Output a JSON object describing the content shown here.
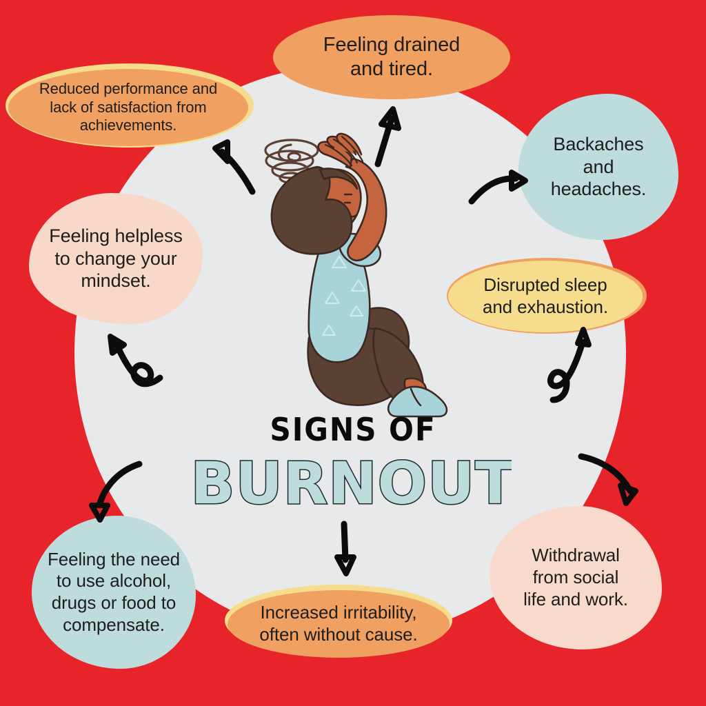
{
  "poster": {
    "background_color": "#e62429",
    "disc_color": "#e8e9eb",
    "title_line1": "SIGNS OF",
    "title_line2": "BURNOUT",
    "title_line2_fill": "#bfdcdd",
    "title_line2_outline": "#1d2a2b"
  },
  "illustration": {
    "name": "seated-person-head-in-hands",
    "swirl": "tornado-scribble",
    "hair_color": "#5b4034",
    "skin_color": "#c4653f",
    "shirt_color": "#a8d4d9",
    "pants_color": "#5b4034",
    "shoe_color": "#a8d4d9"
  },
  "signs": [
    {
      "id": "drained",
      "text": "Feeling drained and tired.",
      "lines": [
        "Feeling drained",
        "and tired."
      ],
      "color": "#f0a061",
      "position": "top-center"
    },
    {
      "id": "reduced-performance",
      "text": "Reduced performance and lack of satisfaction from achievements.",
      "lines": [
        "Reduced performance and",
        "lack of satisfaction from",
        "achievements."
      ],
      "color": "#f0a061",
      "backdrop_color": "#f6dd8d",
      "position": "top-left"
    },
    {
      "id": "backaches",
      "text": "Backaches and headaches.",
      "lines": [
        "Backaches",
        "and",
        "headaches."
      ],
      "color": "#bfdcdd",
      "position": "top-right"
    },
    {
      "id": "helpless",
      "text": "Feeling helpless to change your mindset.",
      "lines": [
        "Feeling helpless",
        "to change your",
        "mindset."
      ],
      "color": "#f7d8c9",
      "position": "left"
    },
    {
      "id": "disrupted-sleep",
      "text": "Disrupted sleep and exhaustion.",
      "lines": [
        "Disrupted sleep",
        "and exhaustion."
      ],
      "color": "#f6dd8d",
      "backdrop_color": "#f0a061",
      "position": "right"
    },
    {
      "id": "withdrawal",
      "text": "Withdrawal from social life and work.",
      "lines": [
        "Withdrawal",
        "from social",
        "life and work."
      ],
      "color": "#f8dacc",
      "position": "bottom-right"
    },
    {
      "id": "irritability",
      "text": "Increased irritability, often without cause.",
      "lines": [
        "Increased irritability,",
        "often without cause."
      ],
      "color": "#f0a061",
      "backdrop_color": "#f6dd8d",
      "position": "bottom-center"
    },
    {
      "id": "substance-use",
      "text": "Feeling the need to use alcohol, drugs or food to compensate.",
      "lines": [
        "Feeling the need",
        "to use alcohol,",
        "drugs or food to",
        "compensate."
      ],
      "color": "#bfdcdd",
      "position": "bottom-left"
    }
  ],
  "arrows": [
    {
      "id": "arrow-up-to-drained",
      "style": "straight",
      "direction": "up"
    },
    {
      "id": "arrow-upleft-to-reduced",
      "style": "curved",
      "direction": "up-left"
    },
    {
      "id": "arrow-upright-to-backaches",
      "style": "curved",
      "direction": "right"
    },
    {
      "id": "arrow-left-to-helpless",
      "style": "curly-loop",
      "direction": "up-left"
    },
    {
      "id": "arrow-right-to-sleep",
      "style": "curly-loop",
      "direction": "up"
    },
    {
      "id": "arrow-downright-to-withdrawal",
      "style": "curved",
      "direction": "down-right"
    },
    {
      "id": "arrow-down-to-irritability",
      "style": "straight",
      "direction": "down"
    },
    {
      "id": "arrow-downleft-to-substance",
      "style": "curved",
      "direction": "down-left"
    }
  ]
}
